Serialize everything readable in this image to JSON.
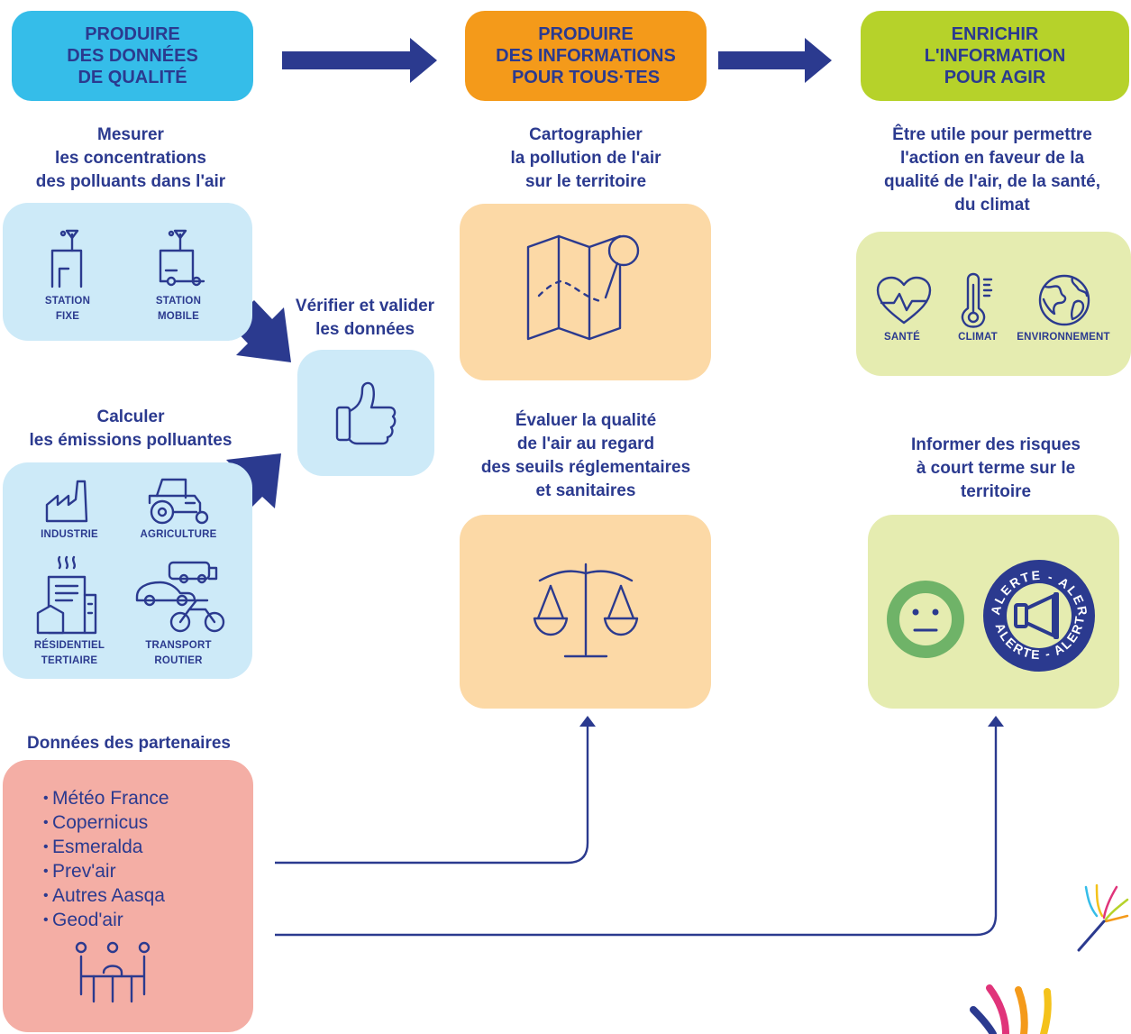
{
  "stages": [
    {
      "lines": [
        "PRODUIRE",
        "DES DONNÉES",
        "DE QUALITÉ"
      ],
      "color": "#35bde9"
    },
    {
      "lines": [
        "PRODUIRE",
        "DES INFORMATIONS",
        "POUR TOUS·TES"
      ],
      "color": "#f49a1a"
    },
    {
      "lines": [
        "ENRICHIR",
        "L'INFORMATION",
        "POUR AGIR"
      ],
      "color": "#b6d22a"
    }
  ],
  "measure": {
    "heading": [
      "Mesurer",
      "les concentrations",
      "des polluants dans l'air"
    ],
    "labels": [
      [
        "STATION",
        "FIXE"
      ],
      [
        "STATION",
        "MOBILE"
      ]
    ]
  },
  "verify": {
    "heading": [
      "Vérifier et valider",
      "les données"
    ]
  },
  "calculate": {
    "heading": [
      "Calculer",
      "les émissions polluantes"
    ],
    "labels": [
      [
        "INDUSTRIE"
      ],
      [
        "AGRICULTURE"
      ],
      [
        "RÉSIDENTIEL",
        "TERTIAIRE"
      ],
      [
        "TRANSPORT",
        "ROUTIER"
      ]
    ]
  },
  "partners": {
    "heading": "Données des partenaires",
    "items": [
      "Météo France",
      "Copernicus",
      "Esmeralda",
      "Prev'air",
      "Autres Aasqa",
      "Geod'air"
    ]
  },
  "map": {
    "heading": [
      "Cartographier",
      "la pollution de l'air",
      "sur le territoire"
    ]
  },
  "evaluate": {
    "heading": [
      "Évaluer la qualité",
      "de l'air au regard",
      "des seuils réglementaires",
      "et sanitaires"
    ]
  },
  "useful": {
    "heading": [
      "Être utile pour permettre",
      "l'action en faveur de la",
      "qualité de l'air, de la santé,",
      "du climat"
    ],
    "labels": [
      "SANTÉ",
      "CLIMAT",
      "ENVIRONNEMENT"
    ]
  },
  "inform": {
    "heading": [
      "Informer des risques",
      "à court terme sur le",
      "territoire"
    ],
    "alert_word": "ALERTE"
  },
  "colors": {
    "navy": "#2b3a8f",
    "blue_panel": "#cdeaf8",
    "orange_panel": "#fcd9a6",
    "green_panel": "#e5ecb0",
    "pink_panel": "#f4aea5"
  }
}
